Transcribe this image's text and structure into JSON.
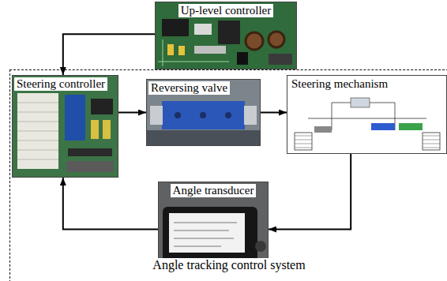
{
  "diagram": {
    "nodes": [
      {
        "text": [
          "Up-level controller"
        ]
      },
      {
        "text": [
          "Angle tracking control system"
        ]
      },
      {
        "text": [
          "Steering controller"
        ],
        "in": 1
      },
      {
        "text": [
          "Reversing valve"
        ],
        "in": 1
      },
      {
        "text": [
          "Steering mechanism"
        ],
        "in": 1
      },
      {
        "text": [
          "Angle transducer"
        ],
        "in": 1
      }
    ],
    "edges": [
      {
        "from": 0,
        "to": 2,
        "arrow": "to"
      },
      {
        "from": 2,
        "to": 3,
        "arrow": "to"
      },
      {
        "from": 3,
        "to": 4,
        "arrow": "to"
      },
      {
        "from": 4,
        "to": 5,
        "arrow": "to"
      },
      {
        "from": 5,
        "to": 2,
        "arrow": "to"
      }
    ]
  }
}
